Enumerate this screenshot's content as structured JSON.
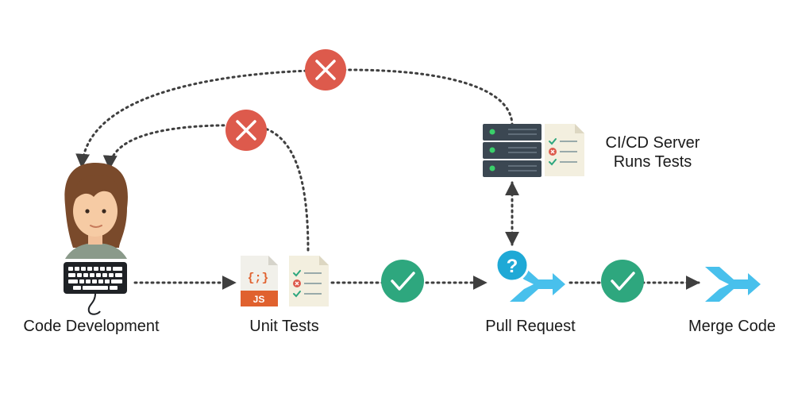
{
  "labels": {
    "code_development": "Code Development",
    "unit_tests": "Unit Tests",
    "pull_request": "Pull Request",
    "merge_code": "Merge Code",
    "server_line1": "CI/CD Server",
    "server_line2": "Runs Tests"
  },
  "icons": {
    "js_file": "{;}",
    "js_badge": "JS",
    "question": "?"
  },
  "colors": {
    "fail": "#dd5a4c",
    "pass": "#2ea77e",
    "merge": "#48c0ec",
    "question": "#1fa9d6",
    "js_orange": "#e0612e",
    "server": "#3b4752",
    "connector": "#3f3f3f"
  }
}
